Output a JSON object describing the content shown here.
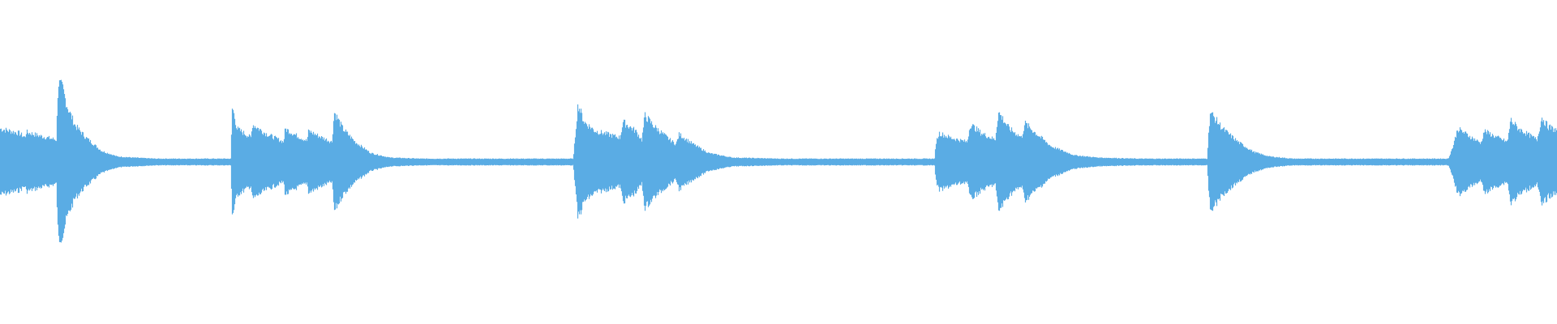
{
  "waveform": {
    "color": "#5aace4",
    "background": "#ffffff",
    "envelope": [
      [
        0.0,
        0.3
      ],
      [
        0.012,
        0.26
      ],
      [
        0.016,
        0.22
      ],
      [
        0.0165,
        0.27
      ],
      [
        0.024,
        0.24
      ],
      [
        0.036,
        0.2
      ],
      [
        0.0372,
        0.72
      ],
      [
        0.04,
        0.66
      ],
      [
        0.043,
        0.5
      ],
      [
        0.048,
        0.33
      ],
      [
        0.055,
        0.22
      ],
      [
        0.065,
        0.1
      ],
      [
        0.075,
        0.05
      ],
      [
        0.085,
        0.04
      ],
      [
        0.1,
        0.03
      ],
      [
        0.14,
        0.03
      ],
      [
        0.148,
        0.03
      ],
      [
        0.149,
        0.5
      ],
      [
        0.152,
        0.3
      ],
      [
        0.161,
        0.22
      ],
      [
        0.162,
        0.34
      ],
      [
        0.17,
        0.26
      ],
      [
        0.182,
        0.18
      ],
      [
        0.183,
        0.3
      ],
      [
        0.19,
        0.24
      ],
      [
        0.197,
        0.19
      ],
      [
        0.198,
        0.28
      ],
      [
        0.205,
        0.23
      ],
      [
        0.213,
        0.18
      ],
      [
        0.2145,
        0.45
      ],
      [
        0.22,
        0.3
      ],
      [
        0.228,
        0.18
      ],
      [
        0.238,
        0.08
      ],
      [
        0.25,
        0.04
      ],
      [
        0.27,
        0.03
      ],
      [
        0.3,
        0.03
      ],
      [
        0.368,
        0.03
      ],
      [
        0.371,
        0.52
      ],
      [
        0.375,
        0.36
      ],
      [
        0.382,
        0.28
      ],
      [
        0.398,
        0.22
      ],
      [
        0.4,
        0.36
      ],
      [
        0.408,
        0.28
      ],
      [
        0.412,
        0.2
      ],
      [
        0.414,
        0.42
      ],
      [
        0.42,
        0.32
      ],
      [
        0.43,
        0.2
      ],
      [
        0.434,
        0.16
      ],
      [
        0.436,
        0.25
      ],
      [
        0.445,
        0.16
      ],
      [
        0.455,
        0.08
      ],
      [
        0.47,
        0.04
      ],
      [
        0.5,
        0.03
      ],
      [
        0.6,
        0.03
      ],
      [
        0.601,
        0.18
      ],
      [
        0.603,
        0.26
      ],
      [
        0.61,
        0.22
      ],
      [
        0.621,
        0.18
      ],
      [
        0.623,
        0.34
      ],
      [
        0.63,
        0.26
      ],
      [
        0.639,
        0.2
      ],
      [
        0.641,
        0.45
      ],
      [
        0.648,
        0.3
      ],
      [
        0.656,
        0.22
      ],
      [
        0.658,
        0.35
      ],
      [
        0.665,
        0.26
      ],
      [
        0.675,
        0.14
      ],
      [
        0.69,
        0.06
      ],
      [
        0.705,
        0.04
      ],
      [
        0.73,
        0.03
      ],
      [
        0.775,
        0.03
      ],
      [
        0.777,
        0.45
      ],
      [
        0.785,
        0.3
      ],
      [
        0.795,
        0.18
      ],
      [
        0.805,
        0.09
      ],
      [
        0.815,
        0.05
      ],
      [
        0.83,
        0.03
      ],
      [
        0.9,
        0.03
      ],
      [
        0.93,
        0.03
      ],
      [
        0.933,
        0.14
      ],
      [
        0.936,
        0.3
      ],
      [
        0.945,
        0.22
      ],
      [
        0.951,
        0.17
      ],
      [
        0.953,
        0.28
      ],
      [
        0.96,
        0.23
      ],
      [
        0.968,
        0.18
      ],
      [
        0.97,
        0.38
      ],
      [
        0.975,
        0.3
      ],
      [
        0.987,
        0.2
      ],
      [
        0.99,
        0.4
      ],
      [
        0.994,
        0.32
      ],
      [
        1.0,
        0.28
      ]
    ]
  }
}
